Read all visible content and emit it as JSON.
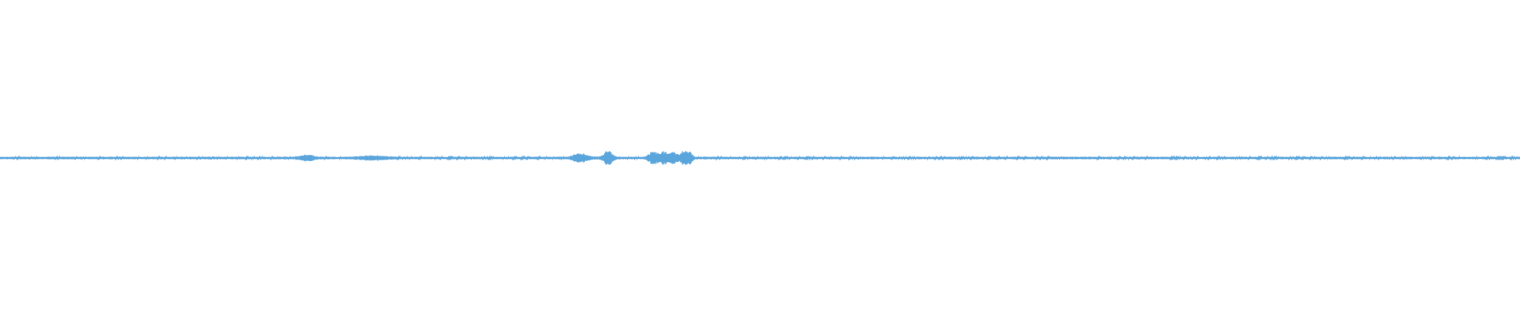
{
  "waveform": {
    "color": "#5aa5dc",
    "background": "#ffffff",
    "baseline_amplitude": 0.15,
    "bursts": [
      {
        "center": 0.202,
        "width": 0.006,
        "amplitude": 0.35
      },
      {
        "center": 0.245,
        "width": 0.01,
        "amplitude": 0.25
      },
      {
        "center": 0.382,
        "width": 0.006,
        "amplitude": 0.55
      },
      {
        "center": 0.4,
        "width": 0.0035,
        "amplitude": 0.9
      },
      {
        "center": 0.43,
        "width": 0.004,
        "amplitude": 0.8
      },
      {
        "center": 0.437,
        "width": 0.003,
        "amplitude": 0.75
      },
      {
        "center": 0.443,
        "width": 0.003,
        "amplitude": 0.7
      },
      {
        "center": 0.45,
        "width": 0.003,
        "amplitude": 0.85
      },
      {
        "center": 0.454,
        "width": 0.002,
        "amplitude": 0.65
      }
    ]
  }
}
